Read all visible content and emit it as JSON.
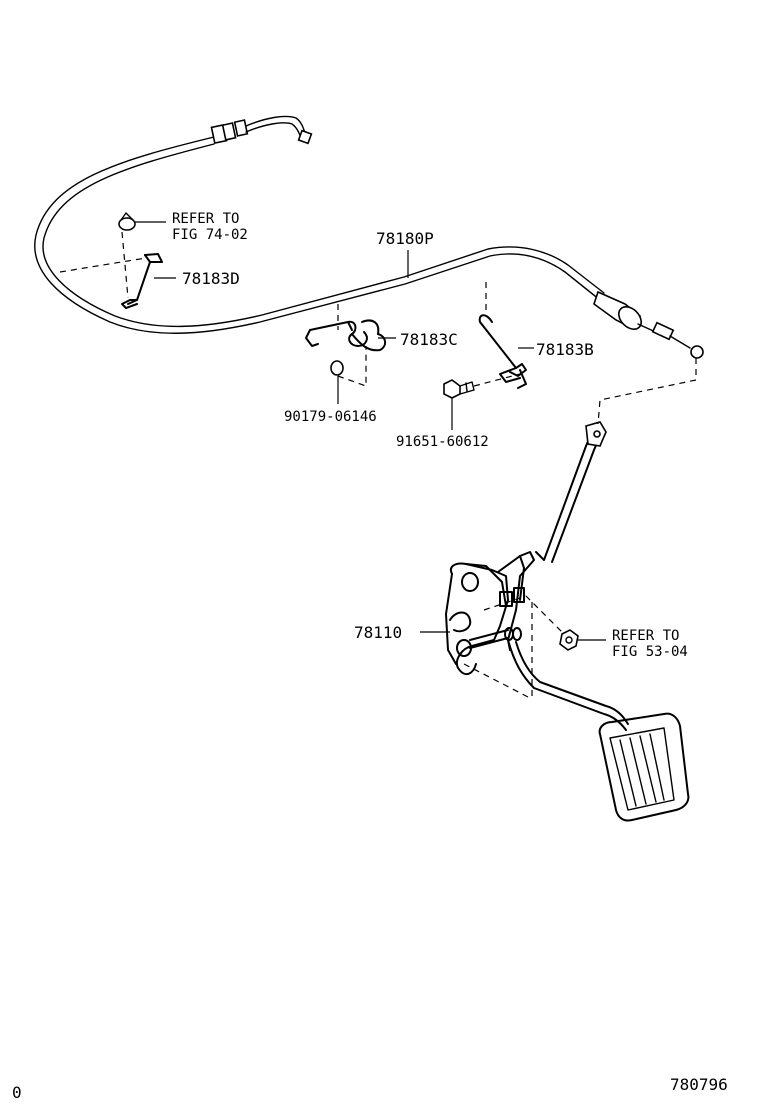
{
  "labels": {
    "cable_assembly": "78180P",
    "bracket_d": "78183D",
    "clamp_c": "78183C",
    "clamp_b": "78183B",
    "nut_part": "90179-06146",
    "bolt_part": "91651-60612",
    "pedal_assembly": "78110",
    "refer_to_a": "REFER TO",
    "fig_a": "FIG 74-02",
    "refer_to_b": "REFER TO",
    "fig_b": "FIG 53-04",
    "corner_left": "0",
    "diagram_id": "780796"
  }
}
